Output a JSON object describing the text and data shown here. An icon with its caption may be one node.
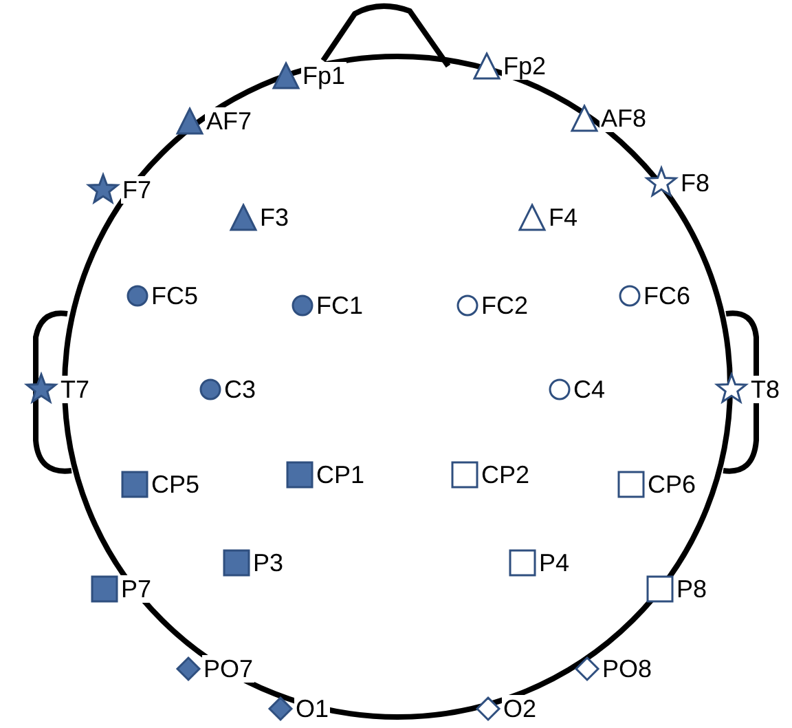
{
  "diagram": {
    "labels": [
      "Fp1",
      "Fp2",
      "AF7",
      "AF8",
      "F7",
      "F8",
      "F3",
      "F4",
      "FC5",
      "FC1",
      "FC2",
      "FC6",
      "T7",
      "C3",
      "C4",
      "T8",
      "CP5",
      "CP1",
      "CP2",
      "CP6",
      "P7",
      "P3",
      "P4",
      "P8",
      "PO7",
      "PO8",
      "O1",
      "O2"
    ]
  }
}
